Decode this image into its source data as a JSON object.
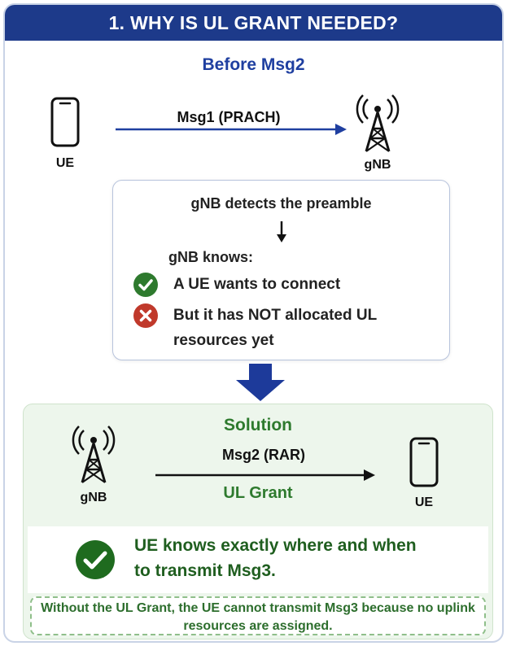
{
  "header": {
    "title": "1. WHY IS UL GRANT NEEDED?"
  },
  "before": {
    "subtitle": "Before Msg2",
    "ue_label": "UE",
    "gnb_label": "gNB",
    "arrow_label": "Msg1 (PRACH)"
  },
  "detect": {
    "title": "gNB detects the preamble",
    "knows_label": "gNB knows:",
    "items": [
      {
        "status": "check",
        "text": "A UE wants to connect"
      },
      {
        "status": "cross",
        "text": "But it has NOT allocated UL resources yet"
      }
    ]
  },
  "solution": {
    "title": "Solution",
    "gnb_label": "gNB",
    "ue_label": "UE",
    "arrow_label": "Msg2 (RAR)",
    "grant_label": "UL Grant",
    "result_text": "UE knows exactly where and when to transmit Msg3.",
    "note": "Without the UL Grant, the UE cannot transmit Msg3 because no uplink resources are assigned."
  },
  "colors": {
    "header": "#1d3a8a",
    "accent_blue": "#1f3fa0",
    "green": "#2e7a2e",
    "red": "#c0392b"
  }
}
